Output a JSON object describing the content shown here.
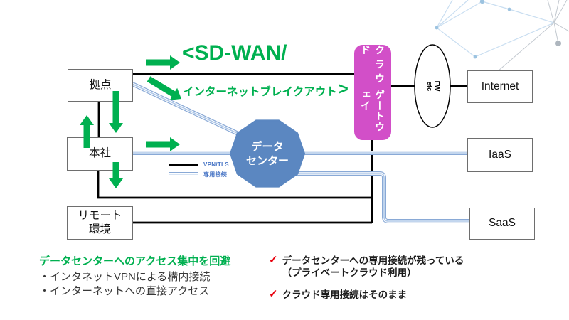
{
  "header": {
    "sdwan_label": "<SD-WAN/",
    "breakout_label": "インターネットブレイクアウト",
    "breakout_arrow": ">"
  },
  "nodes": {
    "branch": "拠点",
    "headquarters": "本社",
    "remote": [
      "リモート",
      "環境"
    ],
    "datacenter": [
      "データ",
      "センター"
    ],
    "cloud_gateway": [
      "クラウド",
      "ゲートウェイ"
    ],
    "firewall": [
      "FW",
      "etc"
    ],
    "internet": "Internet",
    "iaas": "IaaS",
    "saas": "SaaS"
  },
  "legend": {
    "vpn_label": "VPN/TLS",
    "dedicated_label": "専用接続"
  },
  "notes_left": {
    "heading": "データセンターへのアクセス集中を回避",
    "items": [
      "・インタネットVPNによる構内接続",
      "・インターネットへの直接アクセス"
    ]
  },
  "notes_right": {
    "check_glyph": "✓",
    "items": [
      {
        "line1": "データセンターへの専用接続が残っている",
        "line2": "（プライベートクラウド利用）"
      },
      {
        "line1": "クラウド専用接続はそのまま"
      }
    ]
  },
  "colors": {
    "green": "#00B050",
    "magenta": "#D24FC8",
    "decagon": "#5B87C1",
    "lineblue": "#89A9D6",
    "linebluelight": "#AFC8E8",
    "legendblue": "#4472C4",
    "checkred": "#E8000D",
    "boxborder": "#6E6E6E"
  }
}
